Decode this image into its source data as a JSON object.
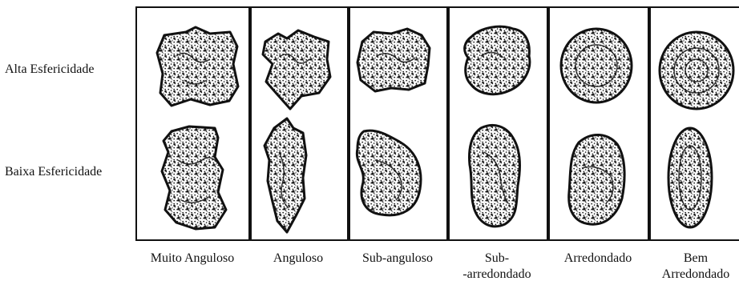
{
  "rows": [
    {
      "label": "Alta Esfericidade"
    },
    {
      "label": "Baixa Esfericidade"
    }
  ],
  "columns": [
    {
      "label": [
        "Muito Anguloso"
      ]
    },
    {
      "label": [
        "Anguloso"
      ]
    },
    {
      "label": [
        "Sub-anguloso"
      ]
    },
    {
      "label": [
        "Sub-",
        "-arredondado"
      ]
    },
    {
      "label": [
        "Arredondado"
      ]
    },
    {
      "label": [
        "Bem",
        "Arredondado"
      ]
    }
  ],
  "colors": {
    "ink": "#111111",
    "paper": "#ffffff",
    "stipple": "#1a1a1a"
  }
}
